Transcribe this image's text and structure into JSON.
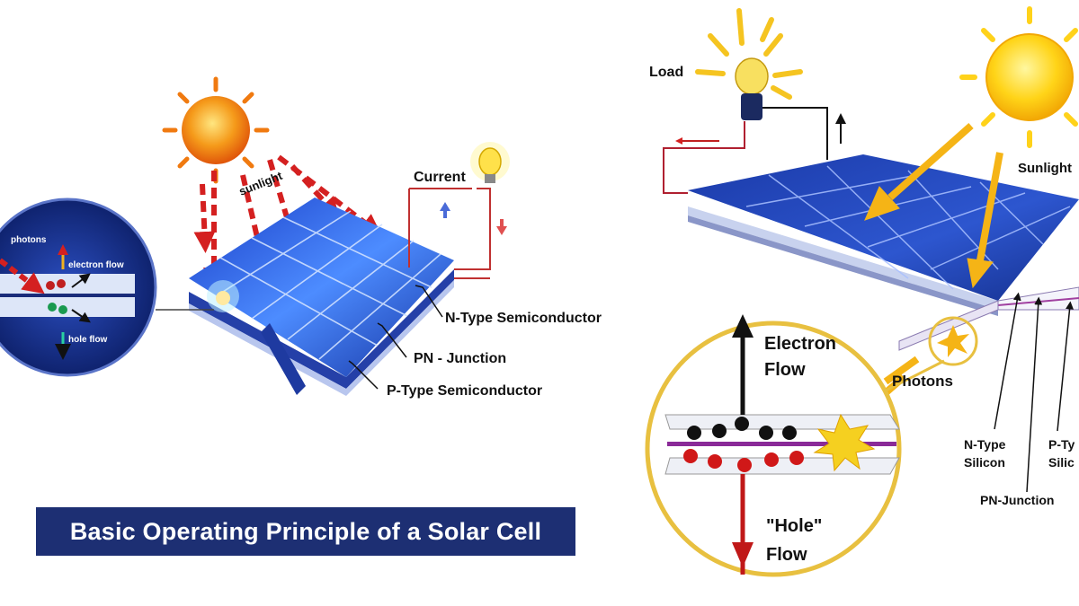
{
  "left": {
    "inset": {
      "photons": "photons",
      "electron_flow": "electron flow",
      "hole_flow": "hole flow"
    },
    "sunlight": "sunlight",
    "current": "Current",
    "n_type": "N-Type Semiconductor",
    "pn_junction": "PN - Junction",
    "p_type": "P-Type Semiconductor",
    "title": "Basic Operating Principle of a Solar Cell"
  },
  "right": {
    "load": "Load",
    "sunlight": "Sunlight",
    "electron_flow_line1": "Electron",
    "electron_flow_line2": "Flow",
    "photons": "Photons",
    "hole_flow_line1": "\"Hole\"",
    "hole_flow_line2": "Flow",
    "n_type_line1": "N-Type",
    "n_type_line2": "Silicon",
    "p_type_line1": "P-Ty",
    "p_type_line2": "Silic",
    "pn_junction": "PN-Junction"
  },
  "colors": {
    "panel_blue": "#1f3fb8",
    "sun_orange": "#f07a10",
    "sun_yellow": "#ffd21a",
    "arrow_red": "#d42020",
    "arrow_gold": "#f5b416",
    "title_bg": "#1d2f73",
    "loop_border": "#e8c040"
  }
}
